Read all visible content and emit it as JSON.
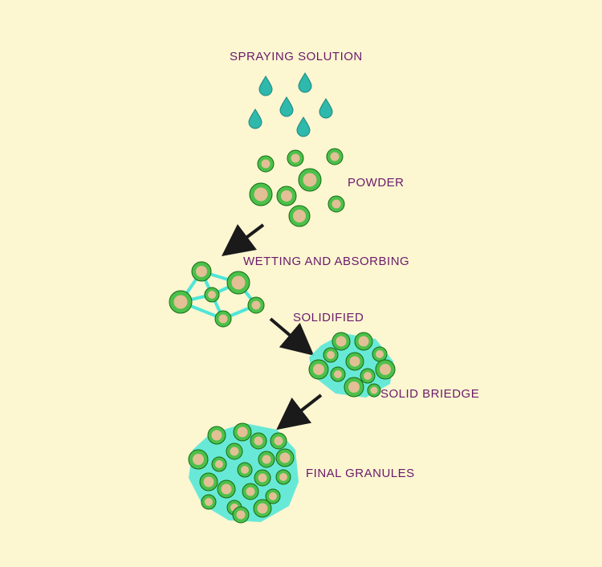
{
  "labels": {
    "spraying_solution": "SPRAYING SOLUTION",
    "powder": "POWDER",
    "wetting_absorbing": "WETTING AND ABSORBING",
    "solidified": "SOLIDIFIED",
    "solid_bridge": "SOLID BRIEDGE",
    "final_granules": "FINAL GRANULES"
  },
  "colors": {
    "background": "#fcf6d1",
    "label_text": "#6b1a6b",
    "droplet": "#2fb8ac",
    "particle_ring": "#4cc04a",
    "particle_core": "#e3bf95",
    "particle_outline": "#136b13",
    "bridge": "#4ee6d8",
    "arrow": "#1a1a1a"
  }
}
